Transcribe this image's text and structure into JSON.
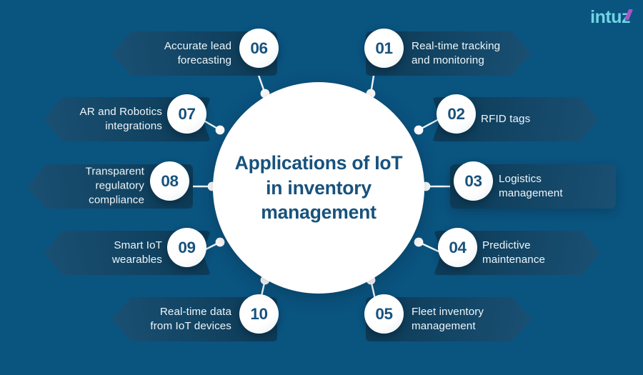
{
  "brand": {
    "name": "intuz",
    "main_text": "intu",
    "accent_letter": "z",
    "color": "#6fd4e4",
    "accent_color": "#a855c8"
  },
  "theme": {
    "background": "#0a5480",
    "banner_dark": "#0c3a56",
    "banner_light": "#1a5073",
    "circle_fill": "#ffffff",
    "title_color": "#17527c",
    "label_color": "#eef6fa",
    "connector_color": "#ffffff"
  },
  "center": {
    "title": "Applications of\nIoT in inventory\nmanagement"
  },
  "items": [
    {
      "number": "01",
      "label": "Real-time tracking\nand monitoring",
      "side": "right"
    },
    {
      "number": "02",
      "label": "RFID tags",
      "side": "right"
    },
    {
      "number": "03",
      "label": "Logistics\nmanagement",
      "side": "right"
    },
    {
      "number": "04",
      "label": "Predictive\nmaintenance",
      "side": "right"
    },
    {
      "number": "05",
      "label": "Fleet inventory\nmanagement",
      "side": "right"
    },
    {
      "number": "06",
      "label": "Accurate lead\nforecasting",
      "side": "left"
    },
    {
      "number": "07",
      "label": "AR and Robotics\nintegrations",
      "side": "left"
    },
    {
      "number": "08",
      "label": "Transparent\nregulatory compliance",
      "side": "left"
    },
    {
      "number": "09",
      "label": "Smart IoT\nwearables",
      "side": "left"
    },
    {
      "number": "10",
      "label": "Real-time data\nfrom IoT devices",
      "side": "left"
    }
  ]
}
